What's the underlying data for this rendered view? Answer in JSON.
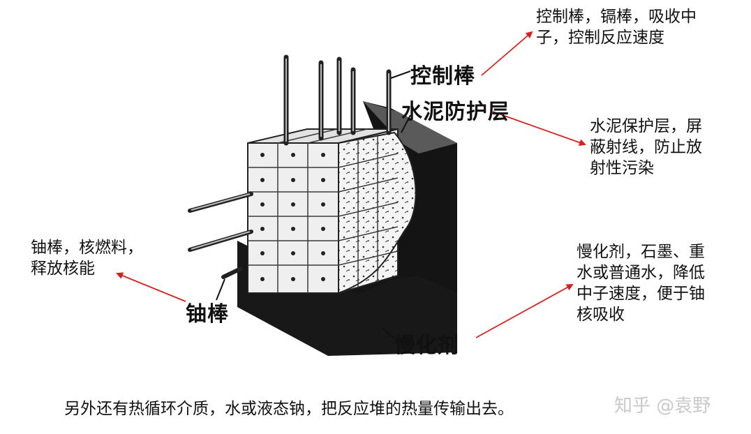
{
  "labels": {
    "control_rod": "控制棒",
    "cement_layer": "水泥防护层",
    "uranium_rod": "铀棒",
    "moderator": "慢化剂"
  },
  "annotations": {
    "control_rod": "控制棒，镉棒，吸收中\n子，控制反应速度",
    "cement_layer": "水泥保护层，屏\n蔽射线，防止放\n射性污染",
    "uranium_rod": "铀棒，核燃料，\n释放核能",
    "moderator": "慢化剂，石墨、重\n水或普通水，降低\n中子速度，便于铀\n核吸收"
  },
  "caption": "另外还有热循环介质，水或液态钠，把反应堆的热量传输出去。",
  "watermark": "知乎 @袁野",
  "colors": {
    "arrow": "#d61f1f",
    "block": "#141414",
    "grid": "#3a3a3a"
  }
}
